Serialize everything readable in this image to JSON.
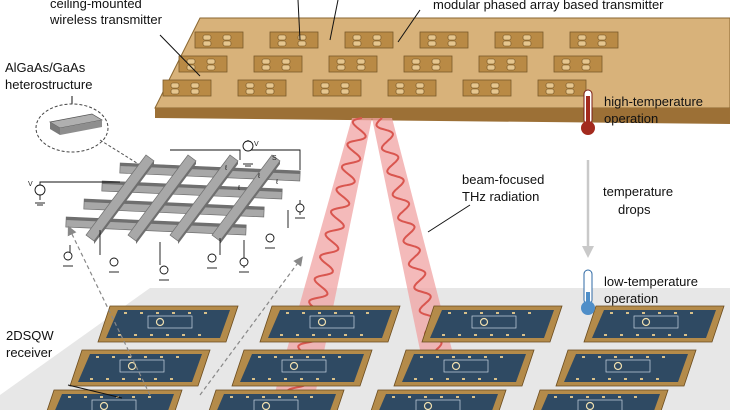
{
  "labels": {
    "wireless_line1": "ceiling-mounted",
    "wireless_line2": "wireless transmitter",
    "phased_array": "modular phased array based transmitter",
    "algaas_line1": "AlGaAs/GaAs",
    "algaas_line2": "heterostructure",
    "high_temp_line1": "high-temperature",
    "high_temp_line2": "operation",
    "beam_line1": "beam-focused",
    "beam_line2": "THz radiation",
    "temp_drops_line1": "temperature",
    "temp_drops_line2": "drops",
    "low_temp_line1": "low-temperature",
    "low_temp_line2": "operation",
    "receiver_line1": "2DSQW",
    "receiver_line2": "receiver"
  },
  "circuit_labels": {
    "v_top": "V",
    "v_left": "V",
    "s_top": "S",
    "l_marks": [
      "ℓ",
      "ℓ",
      "ℓ",
      "ℓ"
    ]
  },
  "colors": {
    "board_tan": "#d8b27a",
    "board_edge": "#a77a3a",
    "tile_gold": "#b98a45",
    "chip_blue": "#2f4a63",
    "chip_gold": "#b48b4a",
    "beam_fill": "#f0a3a3",
    "beam_wave": "#d9564f",
    "thermo_hot": "#a32a1e",
    "thermo_cold": "#4f8ec8",
    "arrow_grey": "#c9c9c9",
    "floor_grey": "#e7e7e7",
    "mesh_grey": "#a8a8a8"
  },
  "icons": {
    "hot_thermometer": "thermometer-hot-icon",
    "cold_thermometer": "thermometer-cold-icon"
  }
}
